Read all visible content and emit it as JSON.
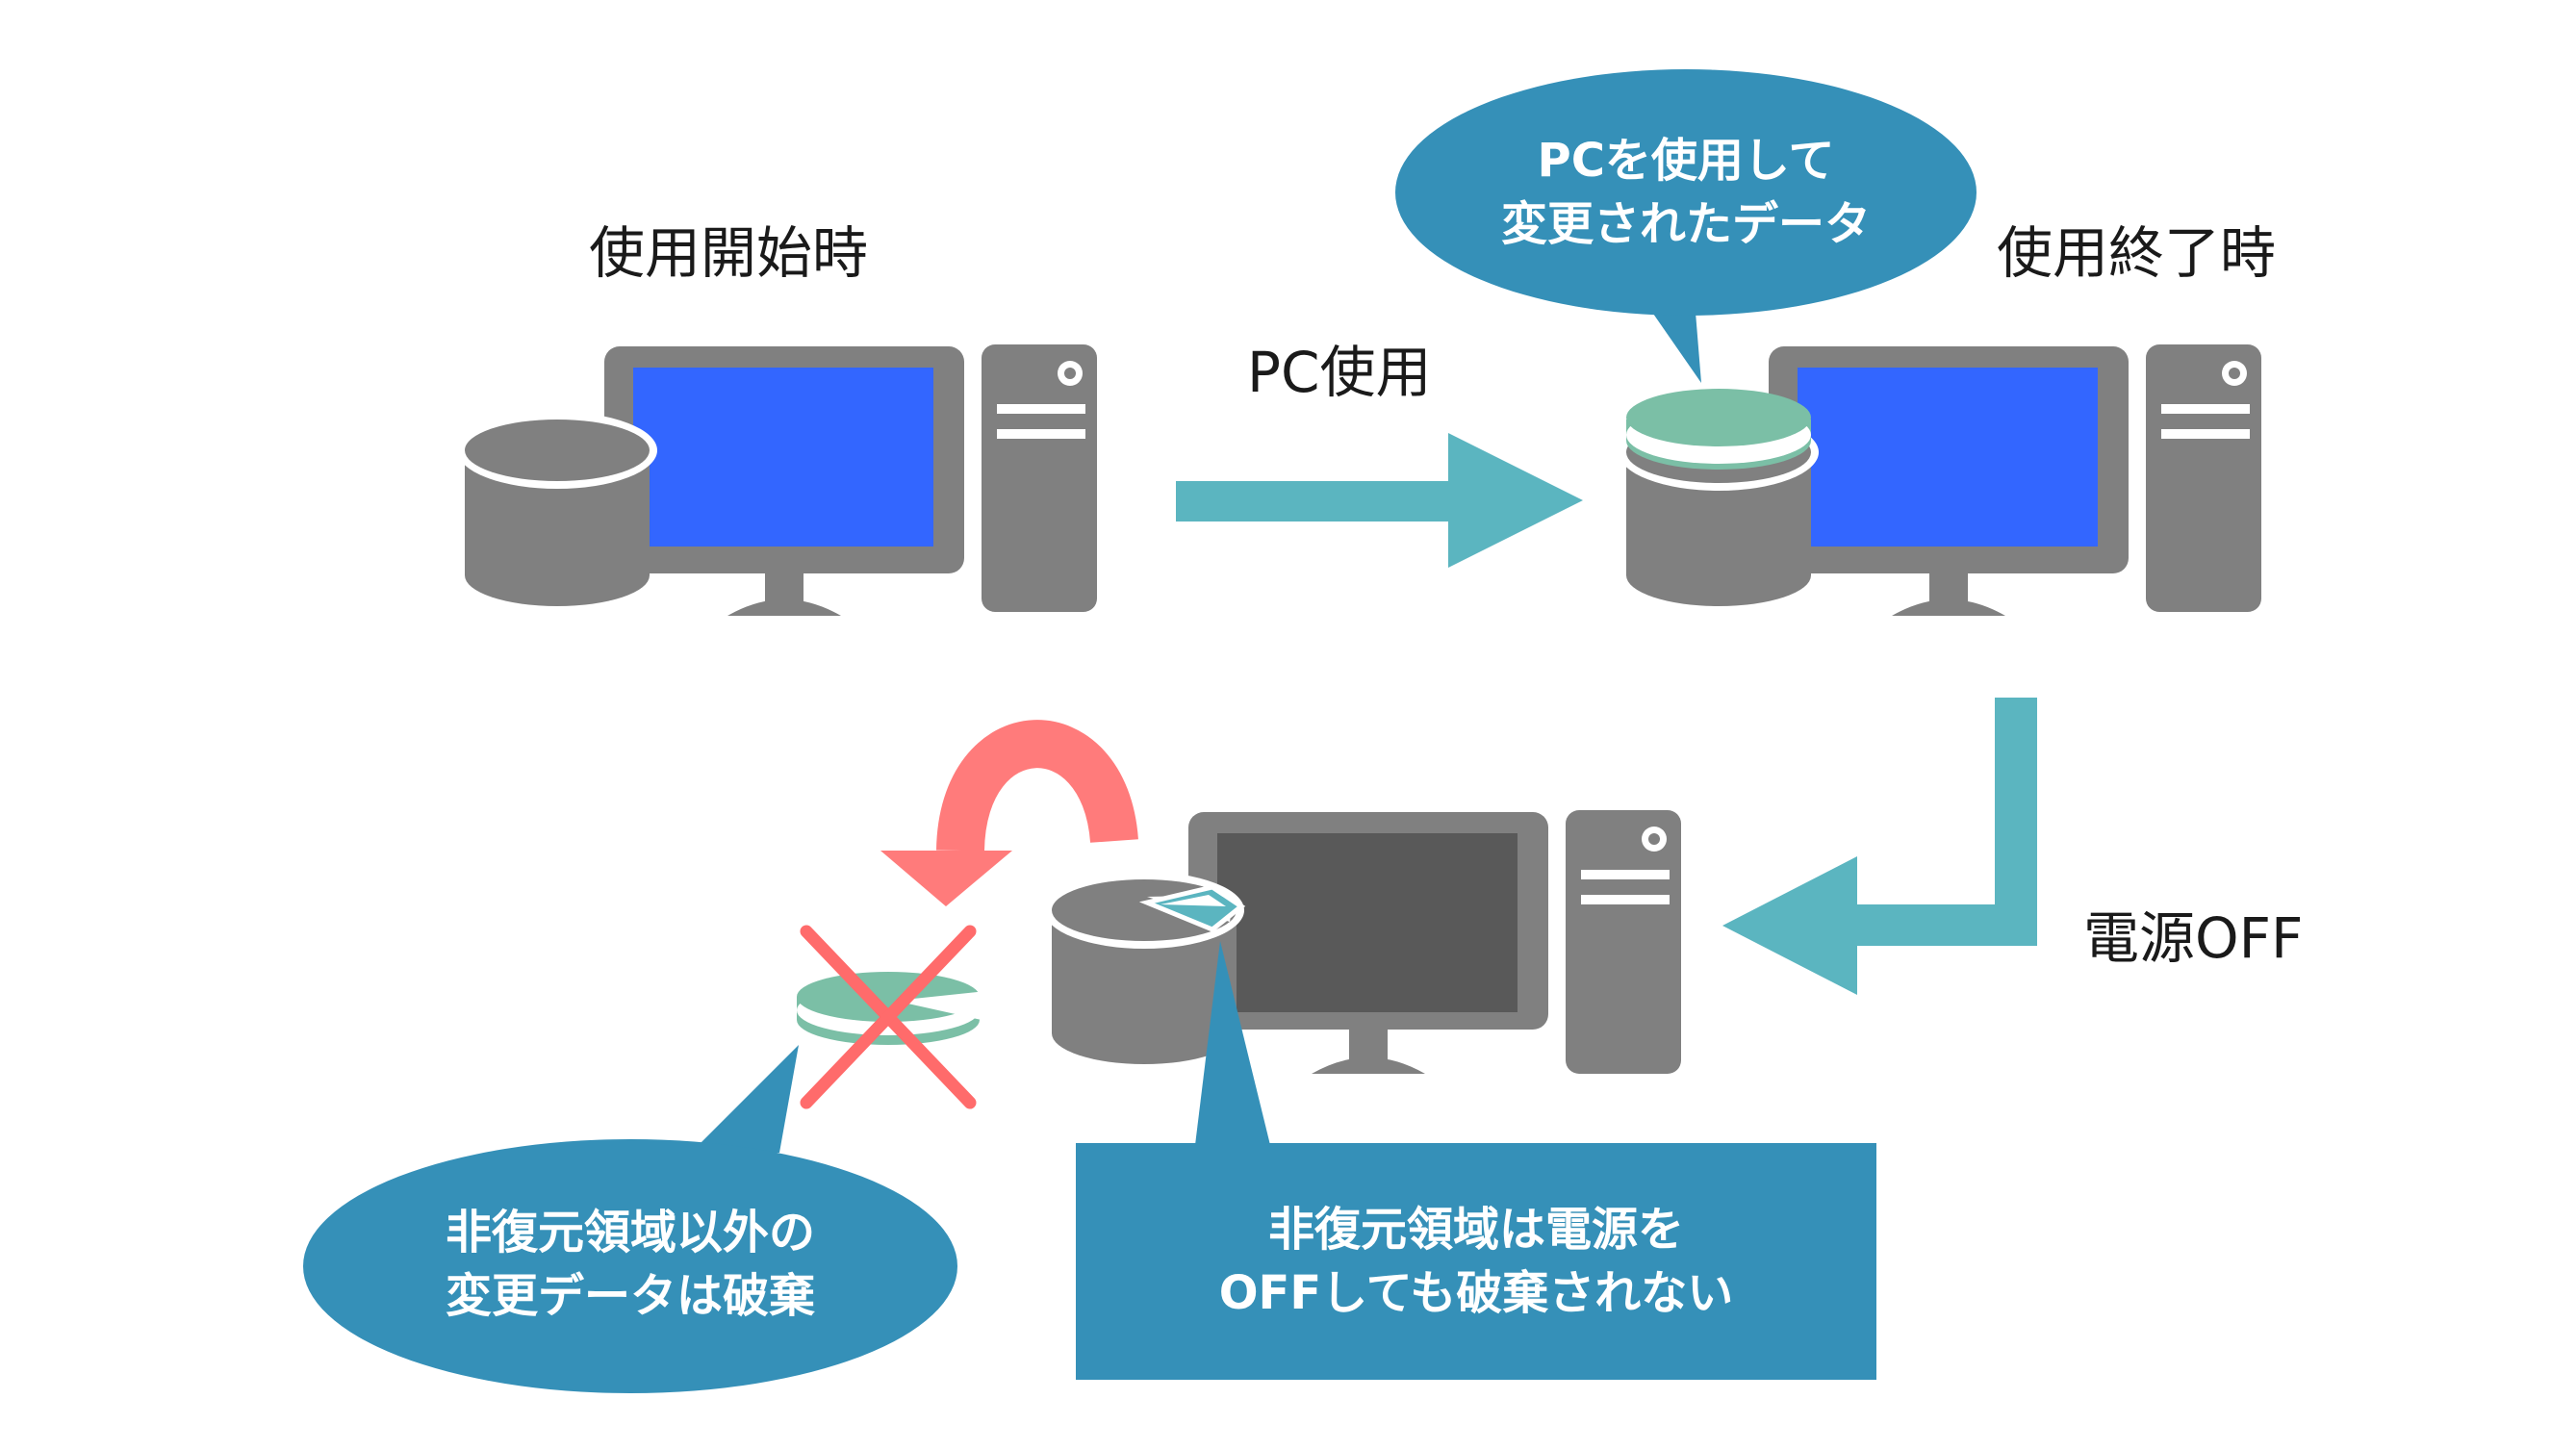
{
  "labels": {
    "start": "使用開始時",
    "end": "使用終了時",
    "pc_use": "PC使用",
    "power_off": "電源OFF"
  },
  "callouts": {
    "changed_data_line1": "PCを使用して",
    "changed_data_line2": "変更されたデータ",
    "discard_line1": "非復元領域以外の",
    "discard_line2": "変更データは破棄",
    "kept_line1": "非復元領域は電源を",
    "kept_line2": "OFFしても破棄されない"
  },
  "icons": [
    "desktop-computer-icon",
    "disk-icon",
    "arrow-right-icon",
    "arrow-elbow-left-icon",
    "curved-arrow-icon",
    "cross-mark-icon"
  ],
  "colors": {
    "device_gray": "#808080",
    "screen_blue": "#3366FF",
    "screen_off": "#595959",
    "arrow_teal": "#5BB5C0",
    "data_green": "#7BBFA6",
    "callout_blue": "#3590B8",
    "curve_red": "#FF7B7B",
    "cross_red": "#FF6B6B"
  }
}
